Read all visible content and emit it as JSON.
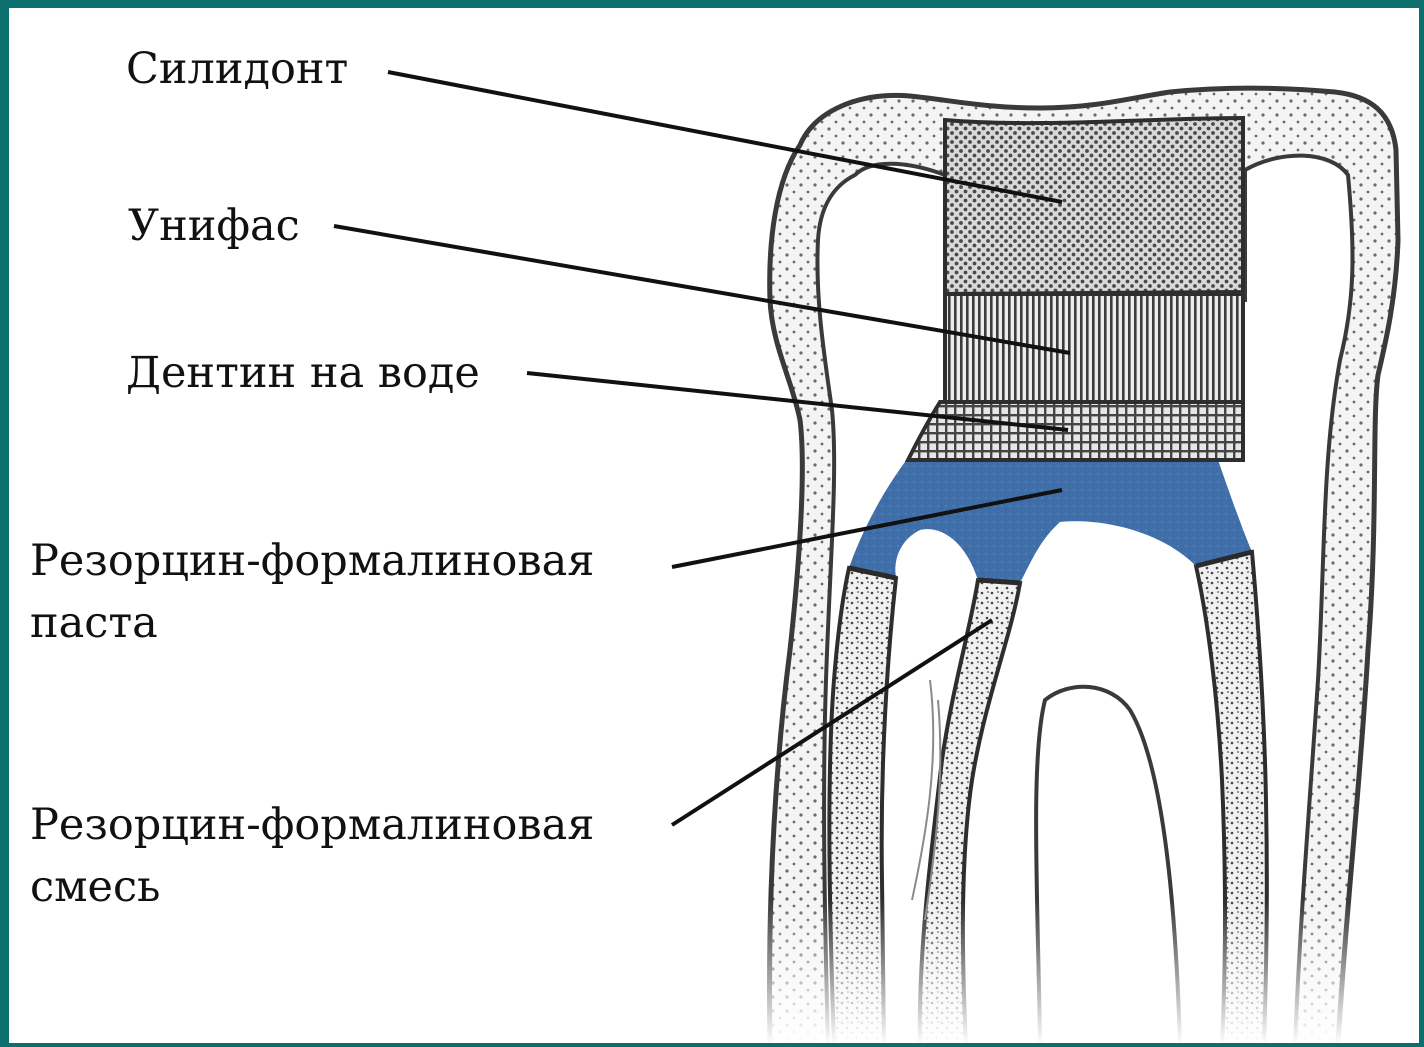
{
  "labels": {
    "silidont": "Силидонт",
    "unifas": "Унифас",
    "dentin": "Дентин на воде",
    "paste_line1": "Резорцин-формалиновая",
    "paste_line2": "паста",
    "mix_line1": "Резорцин-формалиновая",
    "mix_line2": "смесь"
  },
  "colors": {
    "frame_border": "#0b6f6d",
    "background": "#ffffff",
    "paste_fill": "#3f6ea8",
    "outline": "#3a3a3a",
    "leader_line": "#111111"
  }
}
